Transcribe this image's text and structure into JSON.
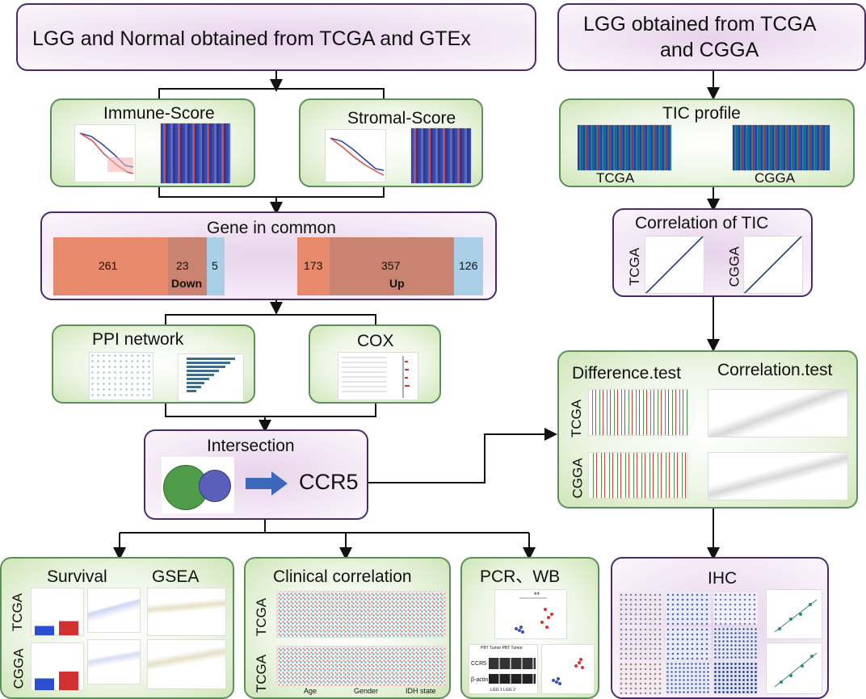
{
  "colors": {
    "pink_border": "#4a2a6a",
    "green_border": "#5d8f5a",
    "down_bar": "#e78a6b",
    "overlap_bar": "#c98370",
    "right_bar": "#a9cfe6",
    "arrow": "#111111",
    "ccr5_arrow": "#3b68b8"
  },
  "top_left": {
    "title": "LGG and Normal obtained from TCGA and GTEx"
  },
  "top_right": {
    "title_line1": "LGG obtained from TCGA",
    "title_line2": "and CGGA"
  },
  "immune": {
    "title": "Immune-Score"
  },
  "stromal": {
    "title": "Stromal-Score"
  },
  "gene_common": {
    "title": "Gene in common",
    "down": {
      "left": "261",
      "overlap": "23",
      "right": "5",
      "label": "Down"
    },
    "up": {
      "left": "173",
      "overlap": "357",
      "right": "126",
      "label": "Up"
    }
  },
  "ppi": {
    "title": "PPI network"
  },
  "cox": {
    "title": "COX"
  },
  "intersection": {
    "title": "Intersection",
    "result": "CCR5"
  },
  "tic_profile": {
    "title": "TIC profile",
    "left_label": "TCGA",
    "right_label": "CGGA"
  },
  "corr_tic": {
    "title": "Correlation of TIC",
    "left_label": "TCGA",
    "right_label": "CGGA"
  },
  "tests": {
    "diff_title": "Difference.test",
    "corr_title": "Correlation.test",
    "row1": "TCGA",
    "row2": "CGGA"
  },
  "survival": {
    "title1": "Survival",
    "title2": "GSEA",
    "row1": "TCGA",
    "row2": "CGGA"
  },
  "clinical": {
    "title": "Clinical correlation",
    "row1": "TCGA",
    "row2": "TCGA",
    "x_labels": [
      "Age",
      "Gender",
      "IDH state"
    ]
  },
  "pcr": {
    "title": "PCR、WB",
    "wb_headers": "PBT  Tumor  PBT  Tumor",
    "wb_row1": "CCR5",
    "wb_row2": "β-actin",
    "wb_lanes": "LGG 1     LGG 2",
    "stars": "**"
  },
  "ihc": {
    "title": "IHC"
  }
}
